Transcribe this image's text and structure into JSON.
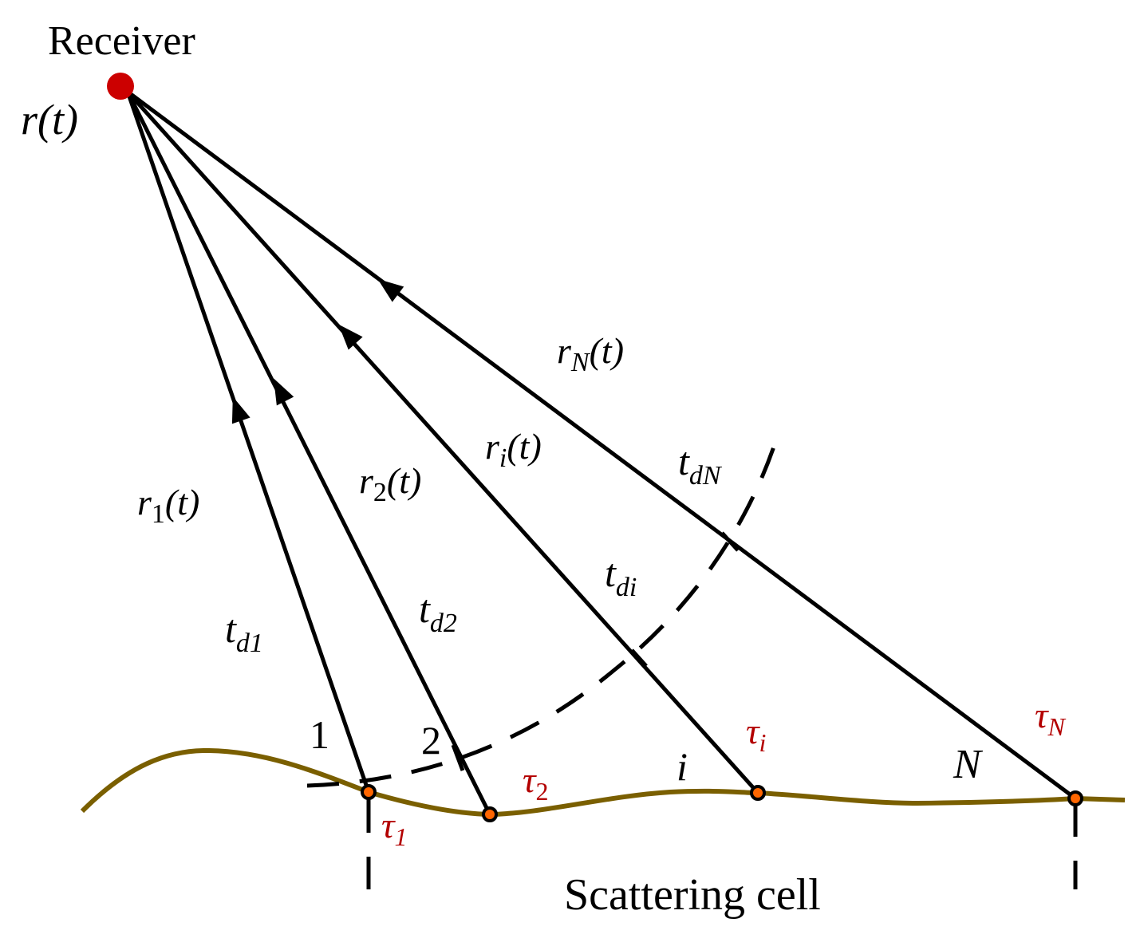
{
  "receiver": {
    "title": "Receiver",
    "signal": "r(t)",
    "color": "#cc0000"
  },
  "paths": [
    {
      "index_label": "1",
      "signal_base": "r",
      "signal_sub": "1",
      "signal_tail": "(t)",
      "delay_base": "t",
      "delay_sub": "d1",
      "tau_base": "τ",
      "tau_sub": "1"
    },
    {
      "index_label": "2",
      "signal_base": "r",
      "signal_sub": "2",
      "signal_tail": "(t)",
      "delay_base": "t",
      "delay_sub": "d2",
      "tau_base": "τ",
      "tau_sub": "2"
    },
    {
      "index_label": "i",
      "signal_base": "r",
      "signal_sub": "i",
      "signal_tail": "(t)",
      "delay_base": "t",
      "delay_sub": "di",
      "tau_base": "τ",
      "tau_sub": "i"
    },
    {
      "index_label": "N",
      "signal_base": "r",
      "signal_sub": "N",
      "signal_tail": "(t)",
      "delay_base": "t",
      "delay_sub": "dN",
      "tau_base": "τ",
      "tau_sub": "N"
    }
  ],
  "scattering_cell_label": "Scattering cell",
  "colors": {
    "ground": "#7a5f00",
    "tau_label": "#b30000",
    "scatter_point_fill": "#ff6600",
    "lines": "#000000"
  }
}
